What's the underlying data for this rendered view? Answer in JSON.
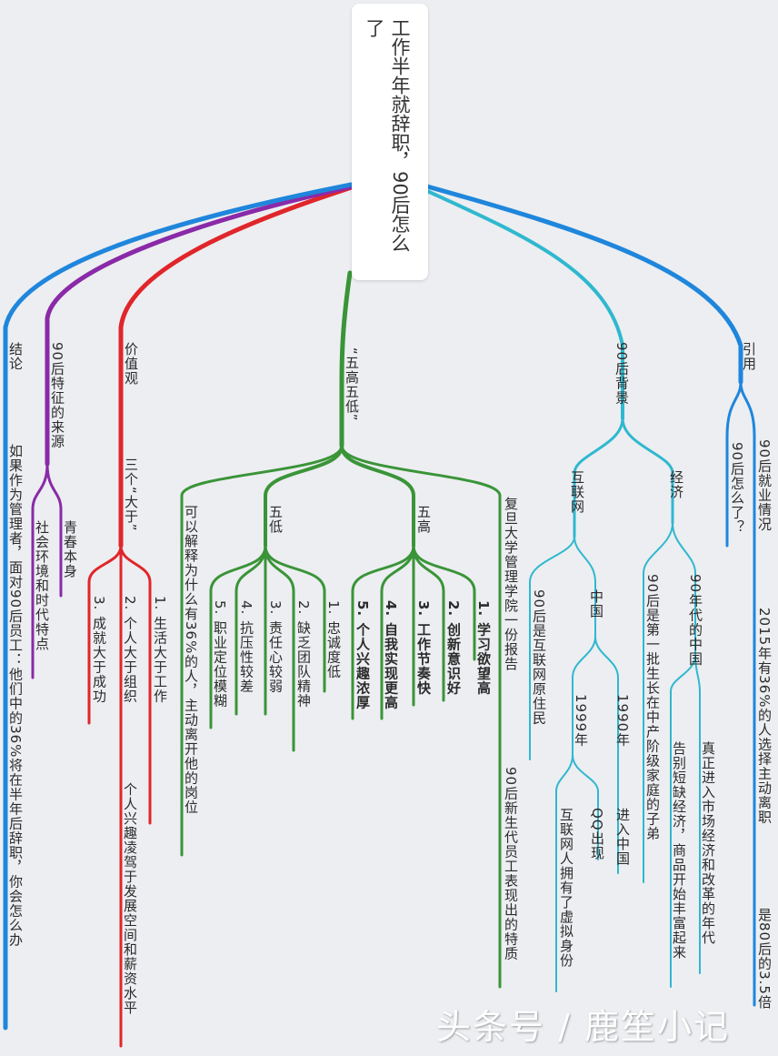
{
  "root": {
    "title": "工作半年就辞职，90后怎么了"
  },
  "colors": {
    "citation": "#1f86dc",
    "background": "#2fb8cf",
    "five": "#3a9438",
    "values": "#e0262a",
    "origin": "#8a2aa8",
    "conclusion": "#1f86dc"
  },
  "branches": {
    "citation": {
      "label": "引用",
      "stats_label": "90后就业情况",
      "stat_1": "2015年有36%的人选择主动离职",
      "stat_2": "是80后的3.5倍",
      "question": "90后怎么了？"
    },
    "background": {
      "label": "90后背景",
      "economy": {
        "label": "经济",
        "era": "90年代的中国",
        "era_1": "真正进入市场经济和改革的年代",
        "era_2": "告别短缺经济，商品开始丰富起来",
        "middle": "90后是第一批生长在中产阶级家庭的子弟"
      },
      "internet": {
        "label": "互联网",
        "native": "90后是互联网原住民",
        "china": "中国",
        "y1990": "1990年",
        "y1990_event": "进入中国",
        "y1999": "1999年",
        "y1999_event_1": "QQ出现",
        "y1999_event_2": "互联网人拥有了虚拟身份"
      }
    },
    "five": {
      "label": "“五高五低”",
      "report": "复旦大学管理学院一份报告",
      "report_result": "90后新生代员工表现出的特质",
      "high_label": "五高",
      "high": [
        "1. 学习欲望高",
        "2. 创新意识好",
        "3. 工作节奏快",
        "4. 自我实现更高",
        "5. 个人兴趣浓厚"
      ],
      "low_label": "五低",
      "low": [
        "1. 忠诚度低",
        "2. 缺乏团队精神",
        "3. 责任心较弱",
        "4. 抗压性较差",
        "5. 职业定位模糊"
      ],
      "explain": "可以解释为什么有36%的人，主动离开他的岗位"
    },
    "values": {
      "label": "价值观",
      "three": "三个“大于”",
      "items": [
        "1. 生活大于工作",
        "2. 个人大于组织",
        "3. 成就大于成功"
      ],
      "item2_detail": "个人兴趣凌驾于发展空间和薪资水平"
    },
    "origin": {
      "label": "90后特征的来源",
      "items": [
        "青春本身",
        "社会环境和时代特点"
      ]
    },
    "conclusion": {
      "label": "结论",
      "text": "如果作为管理者，面对90后员工：他们中的36%将在半年后辞职，你会怎么办"
    }
  },
  "watermark": "头条号 / 鹿笙小记"
}
